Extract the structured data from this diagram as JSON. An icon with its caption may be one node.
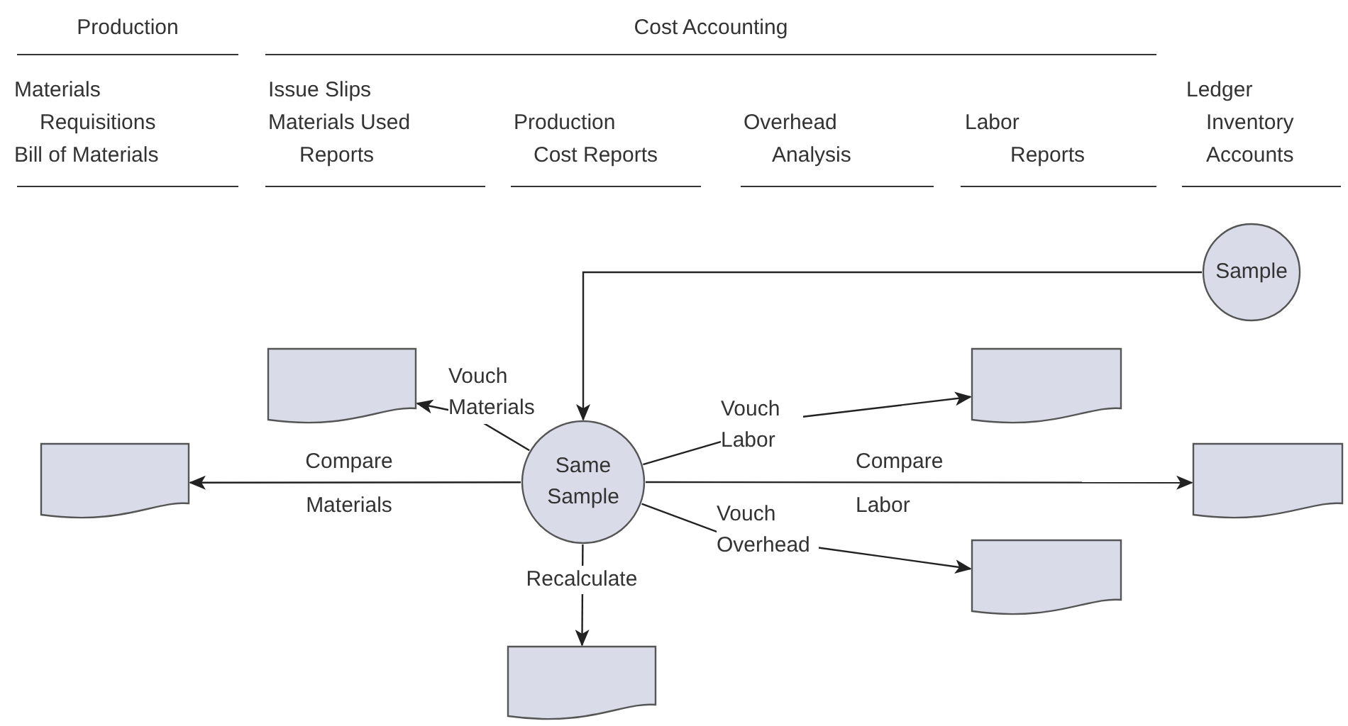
{
  "diagram": {
    "nodes": [
      {
        "text": [
          "Sample"
        ]
      },
      {
        "text": [
          "Same Sample"
        ]
      },
      {
        "text": [],
        "shape": "document"
      },
      {
        "text": [],
        "shape": "document"
      },
      {
        "text": [],
        "shape": "document"
      },
      {
        "text": [],
        "shape": "document"
      },
      {
        "text": [],
        "shape": "document"
      },
      {
        "text": [],
        "shape": "document"
      }
    ],
    "edges": [
      {
        "from": 0,
        "to": 1,
        "arrow": "to"
      },
      {
        "from": 1,
        "to": 2,
        "arrow": "to",
        "label": "Vouch Materials"
      },
      {
        "from": 1,
        "to": 3,
        "arrow": "to",
        "label": "Compare Materials"
      },
      {
        "from": 1,
        "to": 4,
        "arrow": "to",
        "label": "Recalculate"
      },
      {
        "from": 1,
        "to": 5,
        "arrow": "to",
        "label": "Vouch Labor"
      },
      {
        "from": 1,
        "to": 6,
        "arrow": "to",
        "label": "Compare Labor"
      },
      {
        "from": 1,
        "to": 7,
        "arrow": "to",
        "label": "Vouch Overhead"
      }
    ],
    "labels": [
      "Production",
      "Cost Accounting",
      "Materials Requisitions",
      "Bill of Materials",
      "Issue Slips",
      "Materials Used Reports",
      "Production Cost Reports",
      "Overhead Analysis",
      "Labor Reports",
      "Ledger Inventory Accounts"
    ]
  }
}
